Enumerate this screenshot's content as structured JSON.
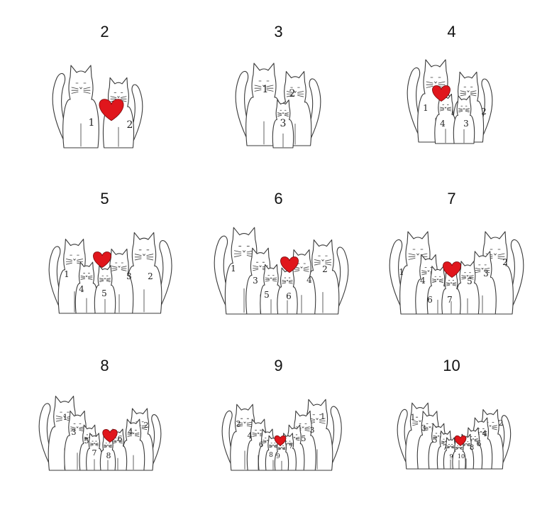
{
  "accent_color": "#e0161c",
  "heart_icon": "heart-icon",
  "panels": [
    {
      "title": "2",
      "numbers": [
        "1",
        "2"
      ]
    },
    {
      "title": "3",
      "numbers": [
        "1",
        "2",
        "3"
      ]
    },
    {
      "title": "4",
      "numbers": [
        "1",
        "2",
        "3",
        "4"
      ]
    },
    {
      "title": "5",
      "numbers": [
        "1",
        "2",
        "3",
        "4",
        "5"
      ]
    },
    {
      "title": "6",
      "numbers": [
        "1",
        "2",
        "3",
        "4",
        "5",
        "6"
      ]
    },
    {
      "title": "7",
      "numbers": [
        "1",
        "2",
        "3",
        "4",
        "5",
        "6",
        "7"
      ]
    },
    {
      "title": "8",
      "numbers": [
        "1",
        "2",
        "3",
        "4",
        "5",
        "6",
        "7",
        "8"
      ]
    },
    {
      "title": "9",
      "numbers": [
        "1",
        "2",
        "3",
        "4",
        "5",
        "6",
        "7",
        "8",
        "9"
      ]
    },
    {
      "title": "10",
      "numbers": [
        "1",
        "2",
        "3",
        "4",
        "5",
        "6",
        "7",
        "8",
        "9",
        "10"
      ]
    }
  ]
}
